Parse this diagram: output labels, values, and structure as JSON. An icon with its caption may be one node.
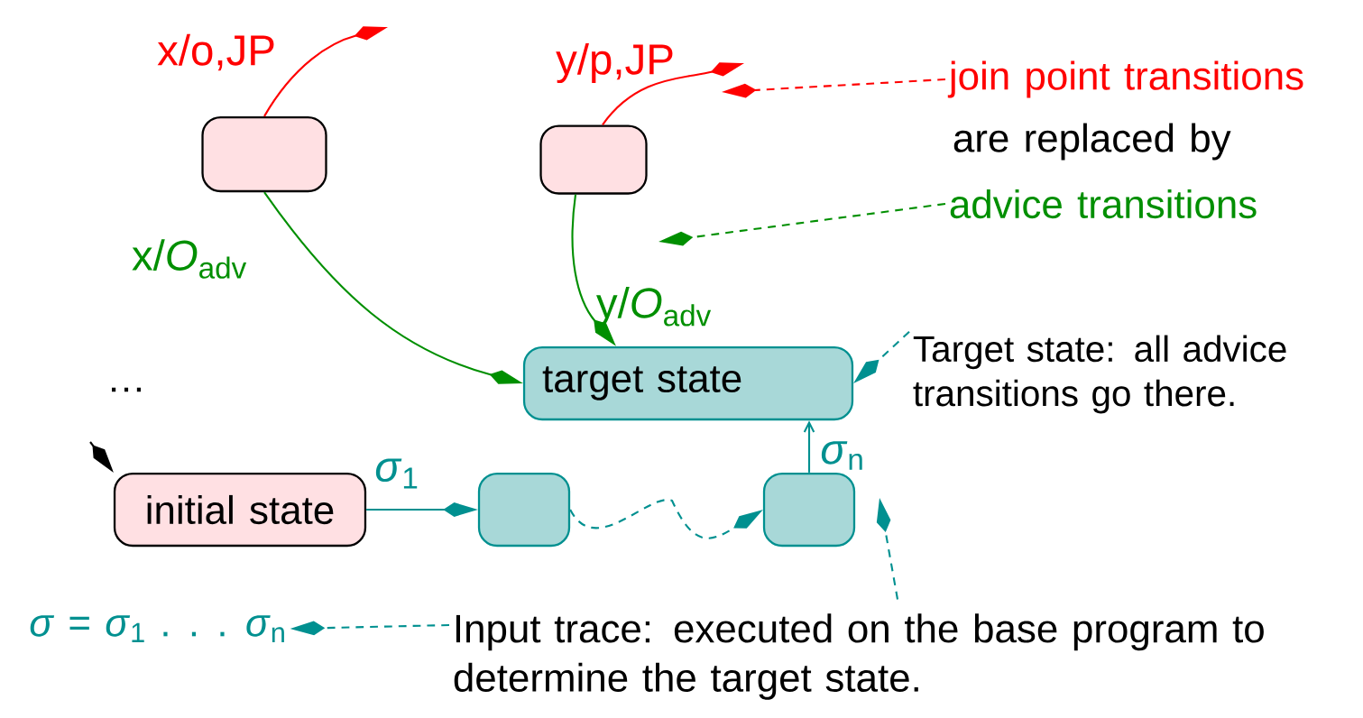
{
  "diagram": {
    "nodes": [
      {
        "text": [],
        "shape": "box"
      },
      {
        "text": [],
        "shape": "box"
      },
      {
        "text": [
          "target state"
        ]
      },
      {
        "text": [
          "initial state"
        ]
      },
      {
        "text": [],
        "shape": "box"
      },
      {
        "text": [],
        "shape": "box"
      },
      {
        "text": [
          "join point transitions"
        ]
      },
      {
        "text": [
          "advice transitions"
        ]
      },
      {
        "text": [
          "Target state: all advice transitions go there."
        ]
      },
      {
        "text": [
          "Input trace: executed on the base program to determine the target state."
        ]
      },
      {
        "text": [
          "*σ* = *σ*$_{1}$ . . . *σ*$_{n}$"
        ]
      }
    ],
    "edges": [
      {
        "from": 0,
        "to": null,
        "arrow": "to",
        "label": "x/o,JP",
        "color": "#ff0000"
      },
      {
        "from": 1,
        "to": null,
        "arrow": "to",
        "label": "y/p,JP",
        "color": "#ff0000"
      },
      {
        "from": 0,
        "to": 2,
        "arrow": "to",
        "label": "x/*O*$_{adv}$",
        "color": "#008f00"
      },
      {
        "from": 1,
        "to": 2,
        "arrow": "to",
        "label": "y/*O*$_{adv}$",
        "color": "#008f00"
      },
      {
        "from": null,
        "to": 3,
        "arrow": "to",
        "color": "#000000"
      },
      {
        "from": 3,
        "to": 4,
        "arrow": "to",
        "label": "*σ*$_{1}$"
      },
      {
        "from": 4,
        "to": 5,
        "arrow": "to",
        "style": "dashed"
      },
      {
        "from": 5,
        "to": 2,
        "arrow": "to",
        "label": "*σ*$_{n}$"
      },
      {
        "from": 6,
        "to": null,
        "arrow": "to",
        "style": "dashed",
        "color": "#ff0000"
      },
      {
        "from": 7,
        "to": null,
        "arrow": "to",
        "style": "dashed",
        "color": "#008f00"
      },
      {
        "from": 8,
        "to": 2,
        "arrow": "to",
        "style": "dashed"
      },
      {
        "from": 9,
        "to": 10,
        "arrow": "to",
        "style": "dashed"
      },
      {
        "from": 9,
        "to": null,
        "arrow": "to",
        "style": "dashed"
      }
    ],
    "labels": [
      "…",
      "are replaced by"
    ]
  }
}
